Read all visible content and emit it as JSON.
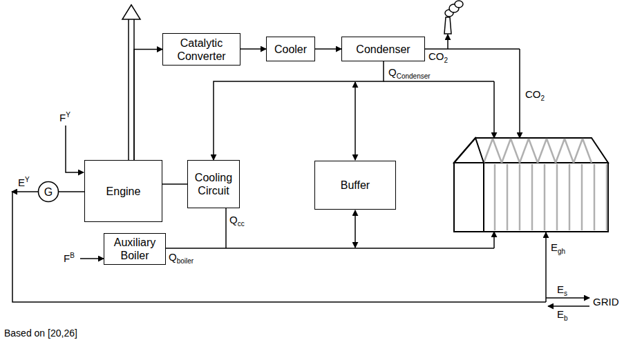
{
  "diagram": {
    "nodes": [
      {
        "text": [
          "Catalytic Converter"
        ]
      },
      {
        "text": [
          "Cooler"
        ]
      },
      {
        "text": [
          "Condenser"
        ]
      },
      {
        "text": [
          "G"
        ]
      },
      {
        "text": [
          "Engine"
        ]
      },
      {
        "text": [
          "Cooling Circuit"
        ]
      },
      {
        "text": [
          "Buffer"
        ]
      },
      {
        "text": [
          "Auxiliary Boiler"
        ]
      }
    ],
    "edges": [
      {
        "from": 4,
        "to": 0,
        "arrow": "to"
      },
      {
        "from": 0,
        "to": 1,
        "arrow": "to"
      },
      {
        "from": 1,
        "to": 2,
        "arrow": "to"
      },
      {
        "from": 3,
        "to": 4,
        "arrow": "none"
      },
      {
        "from": 4,
        "to": 5,
        "arrow": "none"
      },
      {
        "from": 2,
        "to": 5,
        "arrow": "to"
      }
    ],
    "labels": [
      "FY",
      "EY",
      "CO2",
      "QCondenser",
      "CO2",
      "Qcc",
      "FB",
      "Qboiler",
      "Egh",
      "Es",
      "Eb",
      "GRID",
      "Based on [20,26]"
    ]
  }
}
